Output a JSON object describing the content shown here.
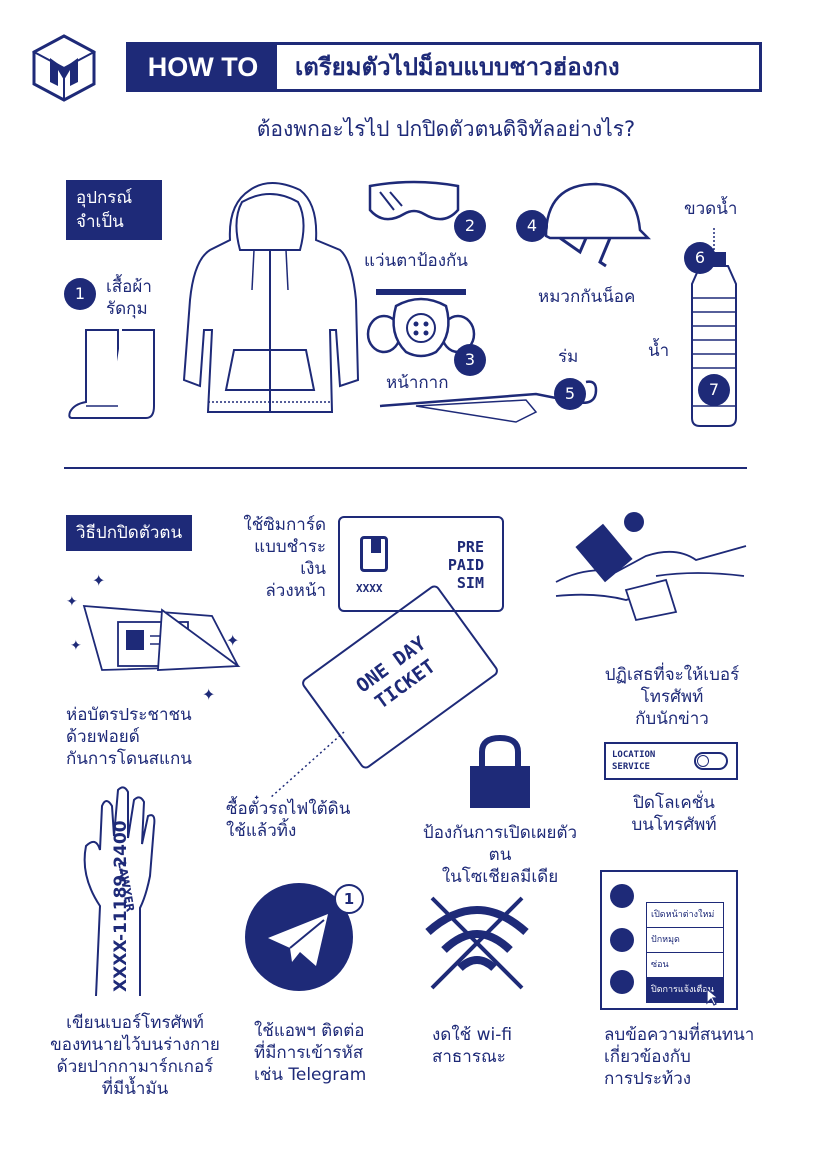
{
  "header": {
    "how_to": "HOW TO",
    "title": "เตรียมตัวไปม็อบแบบชาวฮ่องกง",
    "subtitle": "ต้องพกอะไรไป ปกปิดตัวตนดิจิทัลอย่างไร?"
  },
  "equipment": {
    "tag_line1": "อุปกรณ์",
    "tag_line2": "จำเป็น",
    "items": [
      {
        "num": "1",
        "label_line1": "เสื้อผ้า",
        "label_line2": "รัดกุม"
      },
      {
        "num": "2",
        "label": "แว่นตาป้องกัน"
      },
      {
        "num": "3",
        "label": "หน้ากาก"
      },
      {
        "num": "4",
        "label": "หมวกกันน็อค"
      },
      {
        "num": "5",
        "label": "ร่ม"
      },
      {
        "num": "6",
        "label": "ขวดน้ำ"
      },
      {
        "num": "7",
        "label": "น้ำ"
      }
    ]
  },
  "identity": {
    "tag": "วิธีปกปิดตัวตน",
    "sim_label": [
      "ใช้ซิมการ์ด",
      "แบบชำระเงิน",
      "ล่วงหน้า"
    ],
    "sim_card_text": [
      "PRE",
      "PAID",
      "SIM"
    ],
    "sim_digits": "XXXX",
    "ticket_text": [
      "ONE DAY",
      "TICKET"
    ],
    "refuse_label": [
      "ปฏิเสธที่จะให้เบอร์โทรศัพท์",
      "กับนักข่าว"
    ],
    "foil_label": [
      "ห่อบัตรประชาชน",
      "ด้วยฟอยด์",
      "กันการโดนสแกน"
    ],
    "ticket_label": [
      "ซื้อตั๋วรถไฟใต้ดิน",
      "ใช้แล้วทิ้ง"
    ],
    "social_label": [
      "ป้องกันการเปิดเผยตัวตน",
      "ในโซเชียลมีเดีย"
    ],
    "location_card": [
      "LOCATION",
      "SERVICE"
    ],
    "location_label": [
      "ปิดโลเคชั่น",
      "บนโทรศัพท์"
    ],
    "arm_text_1": "LAWYER",
    "arm_text_2": "XXXX-11189-2400",
    "arm_label": [
      "เขียนเบอร์โทรศัพท์",
      "ของทนายไว้บนร่างกาย",
      "ด้วยปากกามาร์กเกอร์",
      "ที่มีน้ำมัน"
    ],
    "telegram_badge": "1",
    "telegram_label": [
      "ใช้แอพฯ ติดต่อ",
      "ที่มีการเข้ารหัส",
      "เช่น Telegram"
    ],
    "wifi_label": [
      "งดใช้ wi-fi",
      "สาธารณะ"
    ],
    "menu_items": [
      "เปิดหน้าต่างใหม่",
      "ปักหมุด",
      "ซ่อน",
      "ปิดการแจ้งเตือน"
    ],
    "delete_label": [
      "ลบข้อความที่สนทนา",
      "เกี่ยวข้องกับ",
      "การประท้วง"
    ]
  }
}
